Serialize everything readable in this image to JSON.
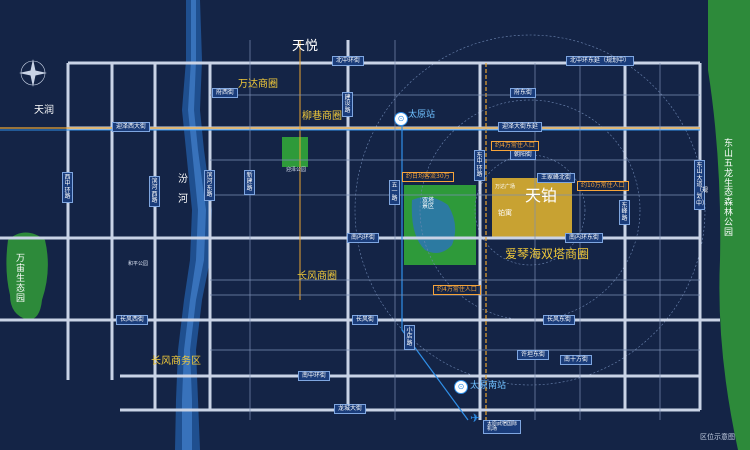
{
  "brand": {
    "left_logo": "天润",
    "top_logo": "天悦",
    "project_logo": "天铂",
    "project_sub": "万达广场",
    "project_name2": "铂寓"
  },
  "zones": {
    "aiqinhai": "爱琴海双塔商圈",
    "liuxiang": "柳巷商圈",
    "changfeng": "长风商圈",
    "changfeng_business": "长风商务区",
    "wanda": "万达商圈"
  },
  "parks": {
    "wanbai": "万宙生态园",
    "dongshan": "东山五龙生态森林公园",
    "shuangta": "双塔景区",
    "yingze": "迎泽公园",
    "heping": "和平公园"
  },
  "river": "汾河",
  "roads": {
    "beizhonghuan": "北中环街",
    "beizhonghuan_east": "北中环东延（规划中）",
    "fuxijie": "府西街",
    "fudongjie": "府东街",
    "yingzexi": "迎泽西大街",
    "yingzedong": "迎泽大街东延",
    "zhaoyang": "朝阳街",
    "wangjiafeng": "王家峰北街",
    "nanneihuan": "南内环街",
    "nanneihuandong": "南内环东街",
    "changfengxi": "长风西街",
    "changfeng": "长风街",
    "changfengdong": "长风东街",
    "xuefudong": "许坦东街",
    "nanzhonghuan": "南中环街",
    "longcheng": "龙城大街",
    "xizhonghuan": "西中环路",
    "binhexi": "滨河西路",
    "binhedong": "滨河东路",
    "xinjian": "新建路",
    "jianshe": "建设路",
    "dongzhonghuan": "东中环路",
    "dongshandadao": "东山大道（规划中）",
    "dongfeng": "东峰路",
    "nanshifang": "南十方街",
    "wuyilu": "五一路",
    "xiaomao": "小店路"
  },
  "stations": {
    "taiyuan": "太原站",
    "taiyuannan": "太原南站",
    "airport": "太原武宿国际机场"
  },
  "distances": {
    "d1": "约4万常住人口",
    "d2": "约日均客流30万",
    "d3": "约4万常住人口",
    "d4": "约10万常住人口"
  },
  "footer": "区位示意图"
}
